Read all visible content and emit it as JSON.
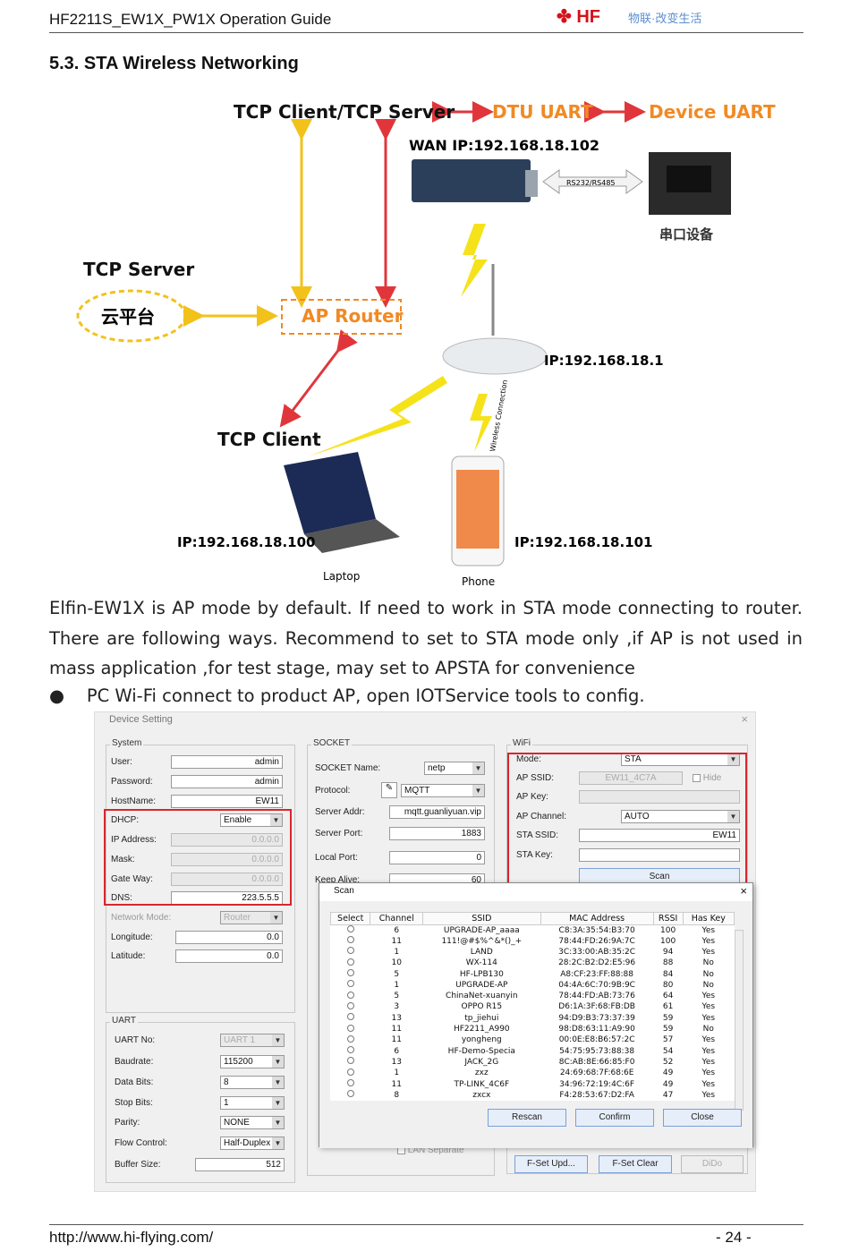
{
  "header": {
    "title": "HF2211S_EW1X_PW1X Operation Guide",
    "logo": "HF",
    "logo_tagline": "物联·改变生活"
  },
  "section": {
    "title": "5.3. STA Wireless Networking"
  },
  "diagram": {
    "tcp_client_server": "TCP Client/TCP Server",
    "dtu_uart": "DTU UART",
    "device_uart": "Device UART",
    "wan_ip": "WAN IP:192.168.18.102",
    "rs_label": "RS232/RS485",
    "serial_device": "串口设备",
    "tcp_server": "TCP Server",
    "cloud": "云平台",
    "ap_router": "AP Router",
    "router_ip": "IP:192.168.18.1",
    "tcp_client": "TCP Client",
    "wireless": "Wireless Connection",
    "laptop_ip": "IP:192.168.18.100",
    "laptop": "Laptop",
    "phone_ip": "IP:192.168.18.101",
    "phone": "Phone"
  },
  "paragraph": "Elfin-EW1X is AP mode by default. If need to work in STA mode connecting to router. There are following ways. Recommend to set to STA mode only ,if AP is not used in mass application ,for test stage, may set to APSTA for convenience",
  "bullet": "PC Wi-Fi connect to product AP, open IOTService tools to config.",
  "dialog": {
    "title": "Device Setting",
    "system": {
      "label": "System",
      "user_l": "User:",
      "user": "admin",
      "pass_l": "Password:",
      "pass": "admin",
      "host_l": "HostName:",
      "host": "EW11",
      "dhcp_l": "DHCP:",
      "dhcp": "Enable",
      "ip_l": "IP Address:",
      "ip": "0.0.0.0",
      "mask_l": "Mask:",
      "mask": "0.0.0.0",
      "gw_l": "Gate Way:",
      "gw": "0.0.0.0",
      "dns_l": "DNS:",
      "dns": "223.5.5.5",
      "netmode_l": "Network Mode:",
      "netmode": "Router",
      "lon_l": "Longitude:",
      "lon": "0.0",
      "lat_l": "Latitude:",
      "lat": "0.0"
    },
    "socket": {
      "label": "SOCKET",
      "name_l": "SOCKET Name:",
      "name": "netp",
      "proto_l": "Protocol:",
      "proto": "MQTT",
      "addr_l": "Server Addr:",
      "addr": "mqtt.guanliyuan.vip",
      "port_l": "Server Port:",
      "port": "1883",
      "lport_l": "Local Port:",
      "lport": "0",
      "keep_l": "Keep Alive:",
      "keep": "60",
      "lan_sep": "LAN Separate"
    },
    "wifi": {
      "label": "WiFi",
      "mode_l": "Mode:",
      "mode": "STA",
      "apssid_l": "AP SSID:",
      "apssid": "EW11_4C7A",
      "hide": "Hide",
      "apkey_l": "AP Key:",
      "apch_l": "AP Channel:",
      "apch": "AUTO",
      "stassid_l": "STA SSID:",
      "stassid": "EW11",
      "stakey_l": "STA Key:",
      "scan_btn": "Scan"
    },
    "uart": {
      "label": "UART",
      "no_l": "UART No:",
      "no": "UART 1",
      "baud_l": "Baudrate:",
      "baud": "115200",
      "data_l": "Data Bits:",
      "data": "8",
      "stop_l": "Stop Bits:",
      "stop": "1",
      "par_l": "Parity:",
      "par": "NONE",
      "flow_l": "Flow Control:",
      "flow": "Half-Duplex",
      "buf_l": "Buffer Size:",
      "buf": "512"
    },
    "bottom_buttons": {
      "fset_upd": "F-Set Upd...",
      "fset_clear": "F-Set Clear",
      "dido": "DiDo"
    }
  },
  "scan": {
    "title": "Scan",
    "columns": [
      "Select",
      "Channel",
      "SSID",
      "MAC Address",
      "RSSI",
      "Has Key"
    ],
    "rows": [
      [
        "6",
        "UPGRADE-AP_aaaa",
        "C8:3A:35:54:B3:70",
        "100",
        "Yes"
      ],
      [
        "11",
        "111!@#$%^&*()_+",
        "78:44:FD:26:9A:7C",
        "100",
        "Yes"
      ],
      [
        "1",
        "LAND",
        "3C:33:00:AB:35:2C",
        "94",
        "Yes"
      ],
      [
        "10",
        "WX-114",
        "28:2C:B2:D2:E5:96",
        "88",
        "No"
      ],
      [
        "5",
        "HF-LPB130",
        "A8:CF:23:FF:88:88",
        "84",
        "No"
      ],
      [
        "1",
        "UPGRADE-AP",
        "04:4A:6C:70:9B:9C",
        "80",
        "No"
      ],
      [
        "5",
        "ChinaNet-xuanyin",
        "78:44:FD:AB:73:76",
        "64",
        "Yes"
      ],
      [
        "3",
        "OPPO R15",
        "D6:1A:3F:68:FB:DB",
        "61",
        "Yes"
      ],
      [
        "13",
        "tp_jiehui",
        "94:D9:B3:73:37:39",
        "59",
        "Yes"
      ],
      [
        "11",
        "HF2211_A990",
        "98:D8:63:11:A9:90",
        "59",
        "No"
      ],
      [
        "11",
        "yongheng",
        "00:0E:E8:B6:57:2C",
        "57",
        "Yes"
      ],
      [
        "6",
        "HF-Demo-Specia",
        "54:75:95:73:88:38",
        "54",
        "Yes"
      ],
      [
        "13",
        "JACK_2G",
        "8C:AB:8E:66:85:F0",
        "52",
        "Yes"
      ],
      [
        "1",
        "zxz",
        "24:69:68:7F:68:6E",
        "49",
        "Yes"
      ],
      [
        "11",
        "TP-LINK_4C6F",
        "34:96:72:19:4C:6F",
        "49",
        "Yes"
      ],
      [
        "8",
        "zxcx",
        "F4:28:53:67:D2:FA",
        "47",
        "Yes"
      ]
    ],
    "buttons": {
      "rescan": "Rescan",
      "confirm": "Confirm",
      "close": "Close"
    }
  },
  "footer": {
    "url": "http://www.hi-flying.com/",
    "page": "- 24 -"
  }
}
